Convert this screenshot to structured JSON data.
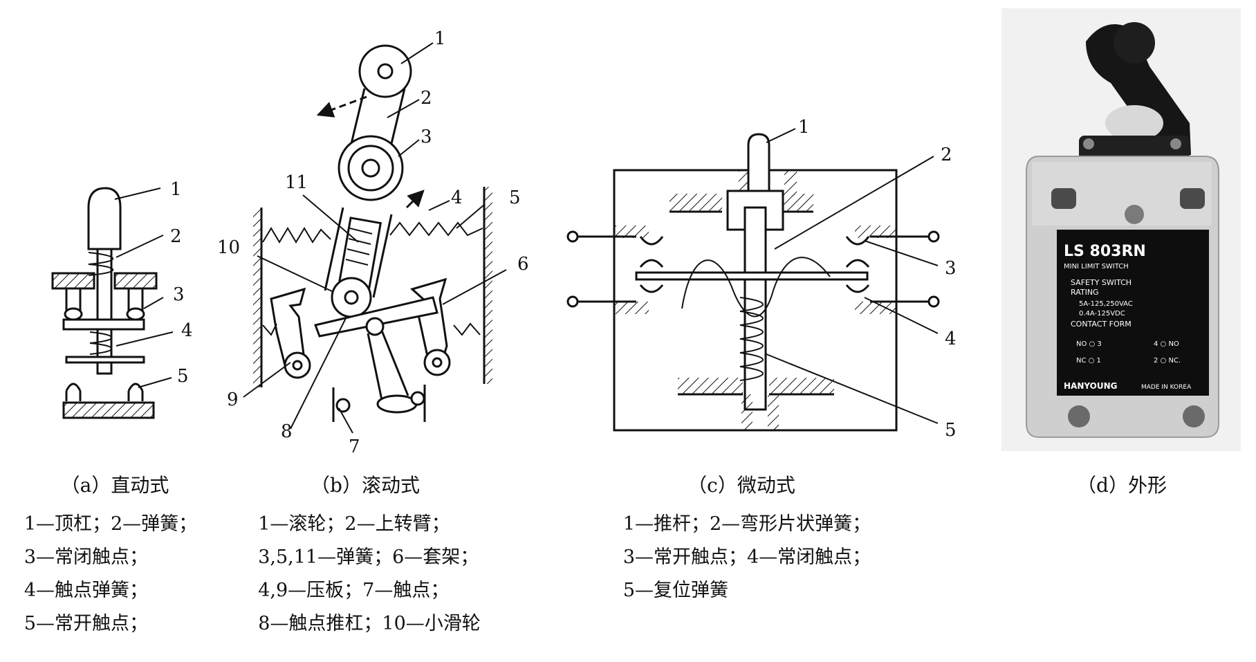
{
  "panels": {
    "a": {
      "caption": "（a）直动式",
      "labels": [
        "1",
        "2",
        "3",
        "4",
        "5"
      ],
      "legend": [
        "1—顶杠；2—弹簧；",
        "3—常闭触点；",
        "4—触点弹簧；",
        "5—常开触点；"
      ]
    },
    "b": {
      "caption": "（b）滚动式",
      "labels": [
        "1",
        "2",
        "3",
        "4",
        "5",
        "6",
        "7",
        "8",
        "9",
        "10",
        "11"
      ],
      "legend": [
        "1—滚轮；2—上转臂；",
        "3,5,11—弹簧；6—套架；",
        "4,9—压板；7—触点；",
        "8—触点推杠；10—小滑轮"
      ]
    },
    "c": {
      "caption": "（c）微动式",
      "labels": [
        "1",
        "2",
        "3",
        "4",
        "5"
      ],
      "legend": [
        "1—推杆；2—弯形片状弹簧；",
        "3—常开触点；4—常闭触点；",
        "5—复位弹簧"
      ]
    },
    "d": {
      "caption": "（d）外形",
      "photo_text": {
        "model": "LS 803RN",
        "subtitle": "MINI LIMIT SWITCH",
        "lines": [
          "SAFETY SWITCH",
          "RATING",
          "5A-125,250VAC",
          "0.4A-125VDC",
          "CONTACT FORM"
        ],
        "no3": "NO ○ 3",
        "no4": "4 ○ NO",
        "nc1": "NC ○ 1",
        "nc2": "2 ○ NC.",
        "brand": "HANYOUNG",
        "made": "MADE IN KOREA"
      }
    }
  }
}
